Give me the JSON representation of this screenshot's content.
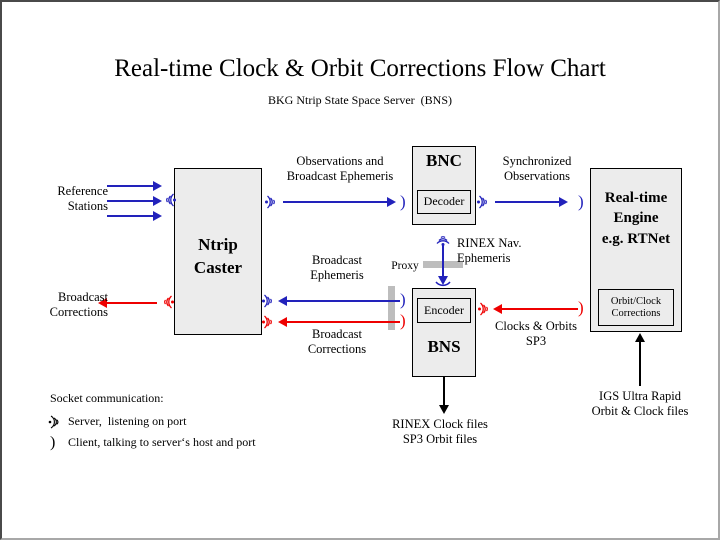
{
  "title": "Real-time Clock & Orbit Corrections Flow Chart",
  "subtitle": "BKG Ntrip State Space Server  (BNS)",
  "colors": {
    "blue": "#2222bb",
    "red": "#ee0000",
    "box_fill": "#ececec",
    "proxy_bar": "#bdbdbd"
  },
  "boxes": {
    "caster": {
      "label": "Ntrip\nCaster"
    },
    "bnc": {
      "label": "BNC",
      "inner": "Decoder"
    },
    "bns": {
      "label": "BNS",
      "inner": "Encoder"
    },
    "rte": {
      "label": "Real-time\nEngine\ne.g. RTNet",
      "inner": "Orbit/Clock\nCorrections"
    }
  },
  "labels": {
    "reference_stations": "Reference\nStations",
    "broadcast_corrections_left": "Broadcast\nCorrections",
    "observations_and_broadcast_ephemeris": "Observations and\nBroadcast Ephemeris",
    "broadcast_ephemeris": "Broadcast\nEphemeris",
    "broadcast_corrections_mid": "Broadcast\nCorrections",
    "proxy": "Proxy",
    "synchronized_observations": "Synchronized\nObservations",
    "rinex_nav_ephemeris": "RINEX Nav.\nEphemeris",
    "clocks_and_orbits_sp3": "Clocks & Orbits\nSP3",
    "rinex_clock_sp3_files": "RINEX Clock files\nSP3 Orbit files",
    "igs_ultra_rapid": "IGS Ultra Rapid\nOrbit & Clock files"
  },
  "legend": {
    "title": "Socket communication:",
    "server": "Server,  listening on port",
    "client": "Client, talking to server‘s host and port",
    "server_icon": "socket-server-icon",
    "client_icon": "socket-client-icon"
  }
}
